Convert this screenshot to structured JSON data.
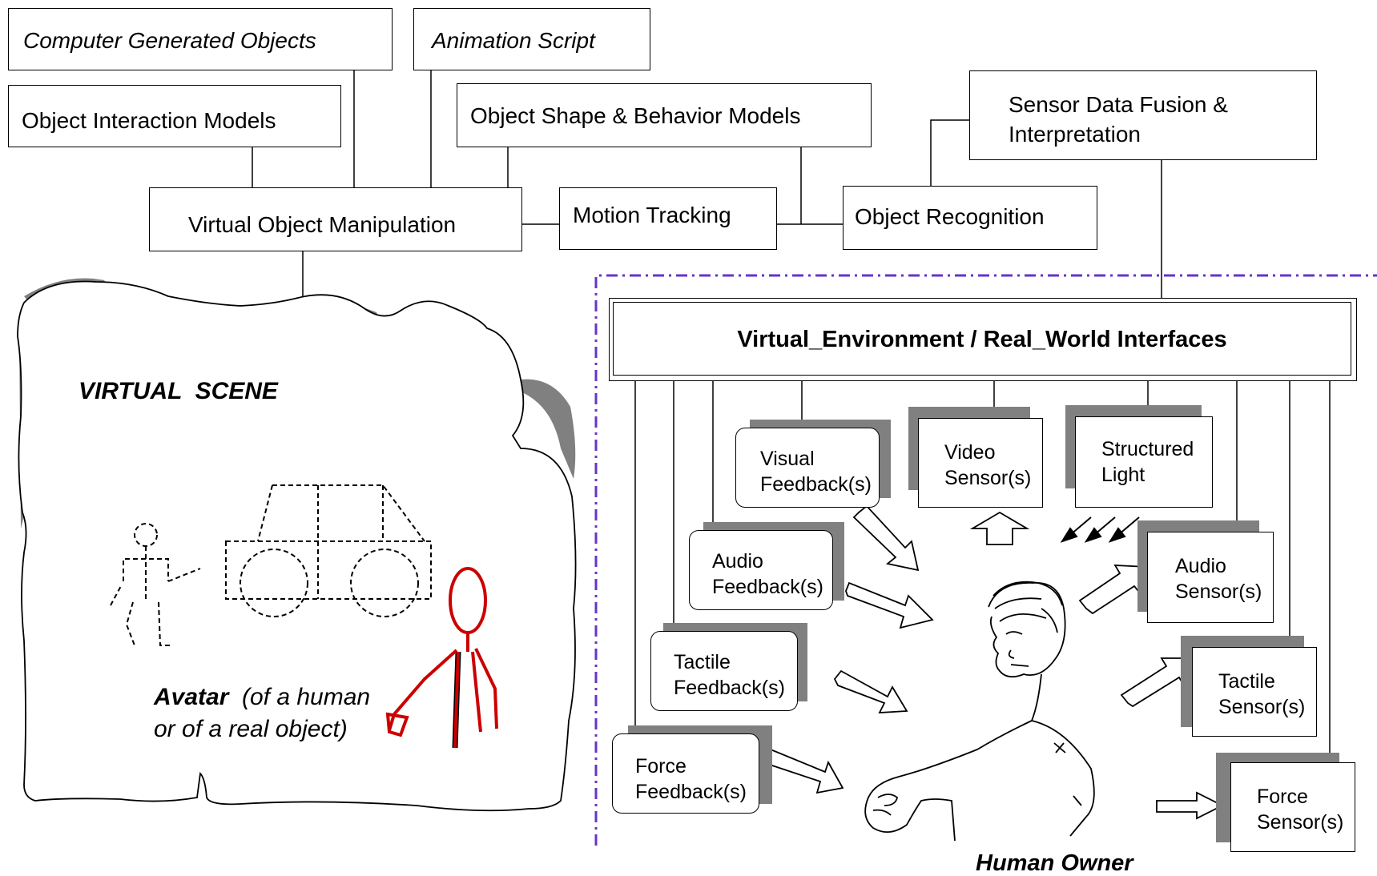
{
  "top_boxes": {
    "computer_generated_objects": "Computer Generated Objects",
    "animation_script": "Animation Script",
    "object_interaction_models": "Object Interaction Models",
    "object_shape_behavior_models": "Object Shape & Behavior Models",
    "sensor_data_fusion": "Sensor Data Fusion & Interpretation",
    "virtual_object_manipulation": "Virtual Object Manipulation",
    "motion_tracking": "Motion Tracking",
    "object_recognition": "Object Recognition"
  },
  "virtual_scene": {
    "title": "VIRTUAL  SCENE",
    "avatar_bold": "Avatar",
    "avatar_rest_line1": "(of a human",
    "avatar_line2": "or of a real object)"
  },
  "interface": {
    "title": "Virtual_Environment / Real_World Interfaces",
    "feedbacks": {
      "visual": "Visual Feedback(s)",
      "audio": "Audio Feedback(s)",
      "tactile": "Tactile Feedback(s)",
      "force": "Force Feedback(s)"
    },
    "sensors": {
      "video": "Video Sensor(s)",
      "structured_light": "Structured Light",
      "audio": "Audio Sensor(s)",
      "tactile": "Tactile Sensor(s)",
      "force": "Force Sensor(s)"
    },
    "human_owner": "Human Owner"
  },
  "colors": {
    "dashdot_border": "#6633cc",
    "avatar": "#cc0000",
    "shadow": "#808080"
  }
}
